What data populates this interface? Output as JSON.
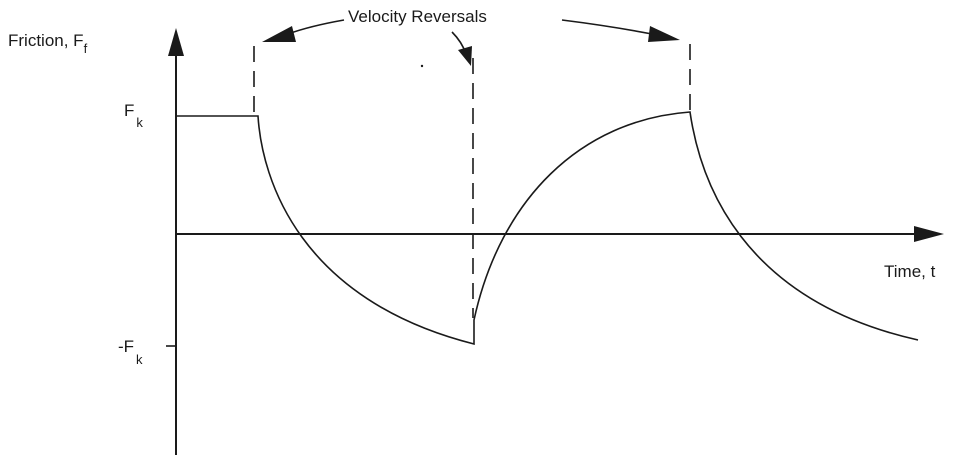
{
  "diagram": {
    "y_axis_label": "Friction, F",
    "y_axis_label_subscript": "f",
    "x_axis_label": "Time, t",
    "annotation": "Velocity Reversals",
    "tick_positive": "F",
    "tick_positive_subscript": "k",
    "tick_negative": "-F",
    "tick_negative_subscript": "k"
  },
  "colors": {
    "line": "#1a1a1a",
    "background": "#ffffff"
  }
}
